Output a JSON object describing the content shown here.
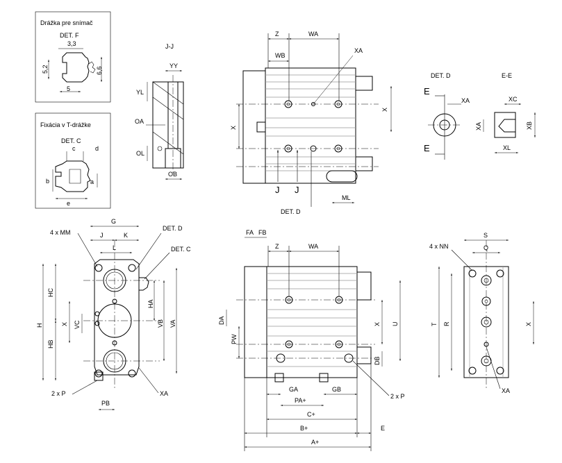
{
  "boxes": {
    "snimac_title": "Drážka pre snímač",
    "snimac_det": "DET. F",
    "snimac_dims": {
      "w_top": "3,3",
      "h_left": "5,2",
      "h_right": "6,6",
      "w_bot": "5"
    },
    "fix_title": "Fixácia v T-drážke",
    "fix_det": "DET. C",
    "fix_dims": {
      "c": "c",
      "d": "d",
      "b": "b",
      "a": "a",
      "e": "e"
    }
  },
  "section_jj": {
    "title": "J-J",
    "yy": "YY",
    "yl": "YL",
    "oa": "OA",
    "ol": "OL",
    "ob": "OB"
  },
  "top_view": {
    "z": "Z",
    "wa": "WA",
    "wb": "WB",
    "xa": "XA",
    "x_left": "X",
    "x_right": "X",
    "j1": "J",
    "j2": "J",
    "ml": "ML",
    "det_d": "DET. D"
  },
  "det_d": {
    "title": "DET. D",
    "e_top": "E",
    "e_bot": "E",
    "xa": "XA"
  },
  "ee": {
    "title": "E-E",
    "xc": "XC",
    "xa": "XA",
    "xb": "XB",
    "xl": "XL"
  },
  "front": {
    "mm": "4 x MM",
    "g": "G",
    "j": "J",
    "k": "K",
    "l": "L",
    "det_d": "DET. D",
    "det_c": "DET. C",
    "hc": "HC",
    "h": "H",
    "hb": "HB",
    "vc": "VC",
    "x": "X",
    "ha": "HA",
    "vb": "VB",
    "va": "VA",
    "p": "2 x P",
    "pb": "PB",
    "xa": "XA"
  },
  "side": {
    "fa": "FA",
    "fb": "FB",
    "z": "Z",
    "wa": "WA",
    "da": "DA",
    "pw": "PW",
    "x": "X",
    "u": "U",
    "db": "DB",
    "ga": "GA",
    "gb": "GB",
    "pa": "PA+",
    "c": "C+",
    "b": "B+",
    "a": "A+",
    "e": "E",
    "p": "2 x P"
  },
  "rear": {
    "s": "S",
    "nn": "4 x NN",
    "q": "Q",
    "t": "T",
    "r": "R",
    "x": "X",
    "xa": "XA"
  }
}
